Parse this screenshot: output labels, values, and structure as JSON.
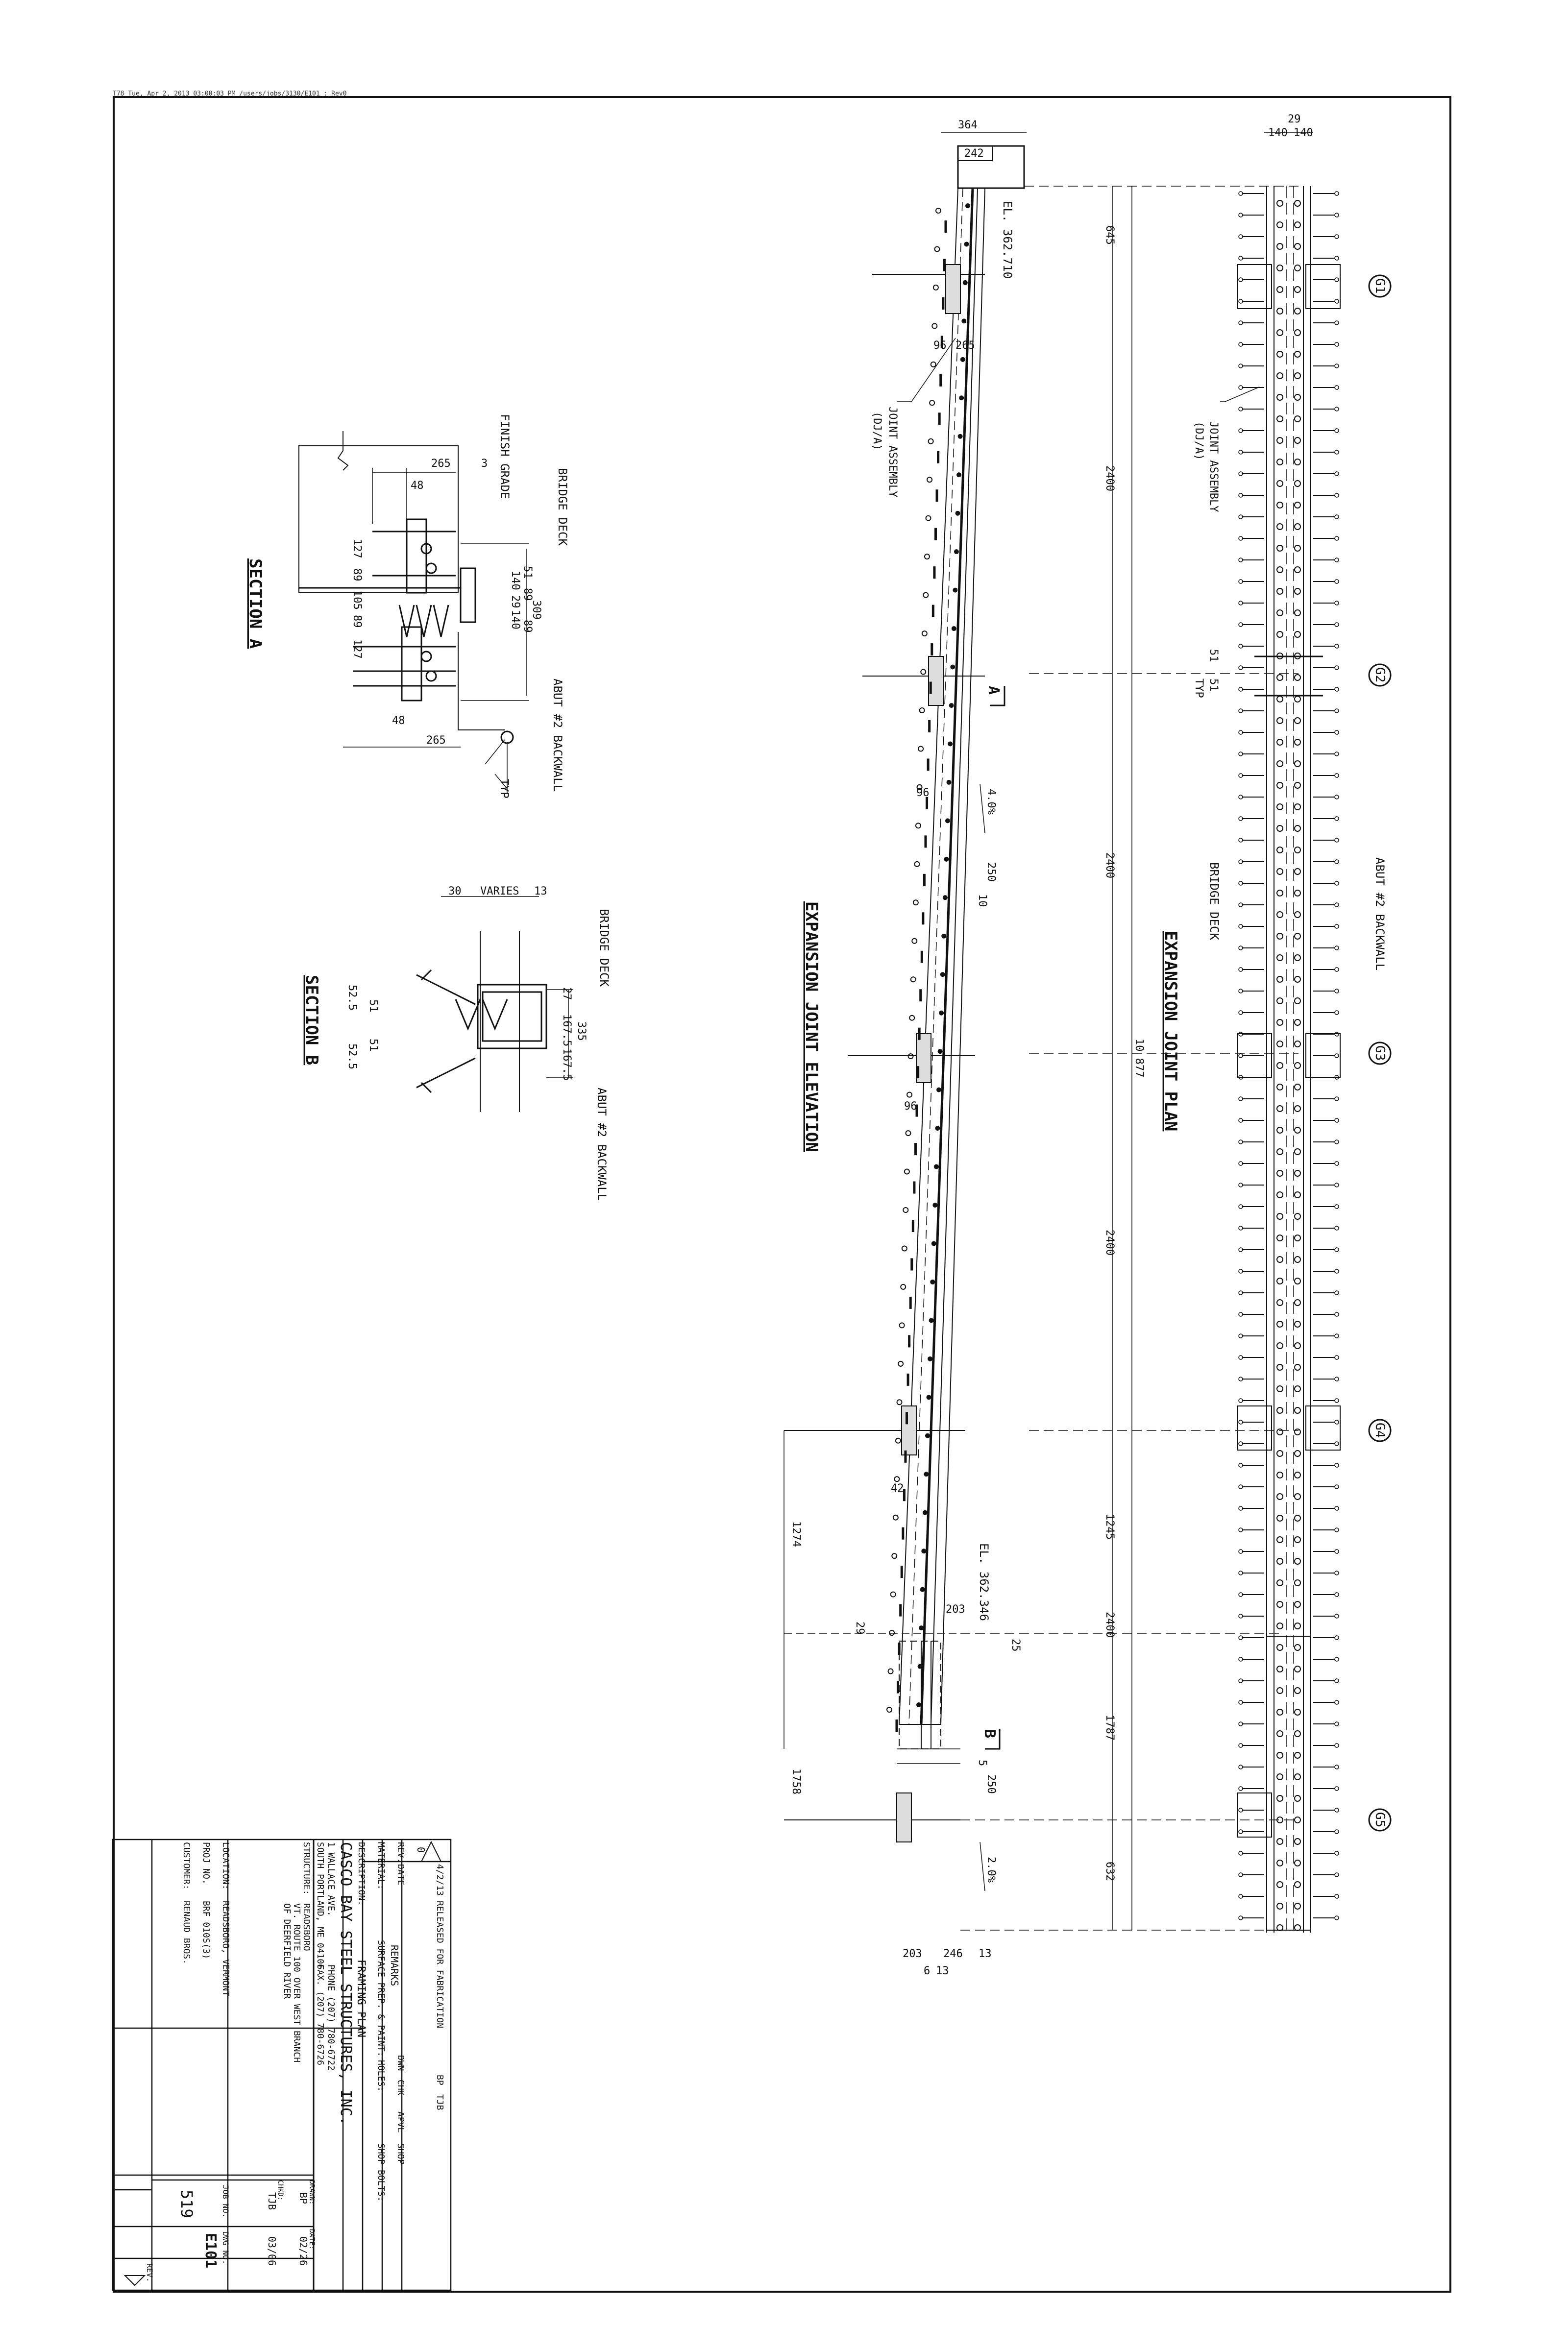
{
  "plot_header": "T78    Tue, Apr 2, 2013 03:00:03 PM    /users/jobs/3130/E101 : Rev0",
  "titles": {
    "elevation": "EXPANSION JOINT ELEVATION",
    "plan": "EXPANSION JOINT PLAN",
    "section_a": "SECTION A",
    "section_b": "SECTION B"
  },
  "elevation": {
    "top_width": "364",
    "top_box": "242",
    "el_top": "EL. 362.710",
    "el_bottom": "EL. 362.346",
    "dim_96a": "96",
    "dim_265": "265",
    "dim_96b": "96",
    "dim_96c": "96",
    "dim_42": "42",
    "dim_29": "29",
    "dim_203": "203",
    "dim_25": "25",
    "slope_top": "4.0%",
    "slope_bottom": "2.0%",
    "dim_250a": "250",
    "dim_10": "10",
    "dim_250b": "250",
    "dim_5": "5",
    "joint_assembly": "JOINT ASSEMBLY",
    "joint_code": "(DJ/A)",
    "left_1274": "1274",
    "left_1758": "1758",
    "bottom_203": "203",
    "bottom_246": "246",
    "bottom_13a": "13",
    "bottom_6": "6",
    "bottom_13b": "13",
    "section_a_mark": "A",
    "section_b_mark": "B"
  },
  "mid_dims": [
    "645",
    "2400",
    "2400",
    "10 877",
    "2400",
    "1245",
    "2400",
    "1787",
    "632"
  ],
  "plan": {
    "top_29": "29",
    "top_140a": "140",
    "top_140b": "140",
    "joint_assembly": "JOINT ASSEMBLY",
    "joint_code": "(DJ/A)",
    "dim_51a": "51",
    "dim_51b": "51",
    "typ": "TYP",
    "bridge_deck": "BRIDGE DECK",
    "abut_backwall": "ABUT #2 BACKWALL",
    "girders": [
      "G1",
      "G2",
      "G3",
      "G4",
      "G5"
    ]
  },
  "section_a": {
    "bridge_deck": "BRIDGE DECK",
    "finish_grade": "FINISH GRADE",
    "abut": "ABUT #2 BACKWALL",
    "typ": "TYP",
    "dims": {
      "d265a": "265",
      "d3": "3",
      "d48a": "48",
      "d127a": "127",
      "d89a": "89",
      "d105": "105",
      "d89b": "89",
      "d127b": "127",
      "d51": "51",
      "d89c": "89",
      "d140": "140",
      "d29": "29",
      "d140b": "140",
      "d89d": "89",
      "d309": "309",
      "d48b": "48",
      "d265b": "265"
    }
  },
  "section_b": {
    "bridge_deck": "BRIDGE DECK",
    "abut": "ABUT #2 BACKWALL",
    "dims": {
      "d30": "30",
      "varies": "VARIES",
      "d13": "13",
      "d27": "27",
      "d167a": "167.5",
      "d167b": "167.5",
      "d335": "335",
      "d52a": "52.5",
      "d51a": "51",
      "d51b": "51",
      "d52b": "52.5"
    }
  },
  "title_block": {
    "rev0": "0",
    "rev0_date": "4/2/13",
    "rev0_text": "RELEASED FOR FABRICATION",
    "rev0_dwn": "BP",
    "rev0_chk": "TJB",
    "col_rev": "REV.",
    "col_date": "DATE",
    "col_remarks": "REMARKS",
    "col_dwn": "DWN",
    "col_chk": "CHK",
    "col_apvl": "APVL",
    "col_shop": "SHOP",
    "material": "MATERIAL:",
    "surface": "SURFACE PREP. & PAINT:",
    "holes": "HOLES:",
    "shop_bolts": "SHOP BOLTS:",
    "description_label": "DESCRIPTION:",
    "description": "FRAMING PLAN",
    "company": "CASCO BAY STEEL STRUCTURES, INC.",
    "address1": "1 WALLACE AVE.",
    "phone": "PHONE (207) 780-6722",
    "address2": "SOUTH PORTLAND, ME 04106",
    "fax": "FAX. (207) 780-6726",
    "structure_label": "STRUCTURE:",
    "structure1": "READSBORO",
    "structure2": "VT. ROUTE 100 OVER WEST BRANCH",
    "structure3": "OF DEERFIELD RIVER",
    "location_label": "LOCATION:",
    "location": "READSBORO, VERMONT",
    "proj_label": "PROJ NO.",
    "proj": "BRF 010S(3)",
    "customer_label": "CUSTOMER:",
    "customer": "RENAUD BROS.",
    "drawn_label": "DRAWN:",
    "drawn": "BP",
    "date_label": "DATE:",
    "date1": "02/26",
    "chkd_label": "CHKD:",
    "chkd": "TJB",
    "date2": "03/06",
    "job_label": "JOB NO.",
    "job": "519",
    "dwg_label": "DWG NO.",
    "dwg": "E101",
    "rev_label": "REV."
  }
}
